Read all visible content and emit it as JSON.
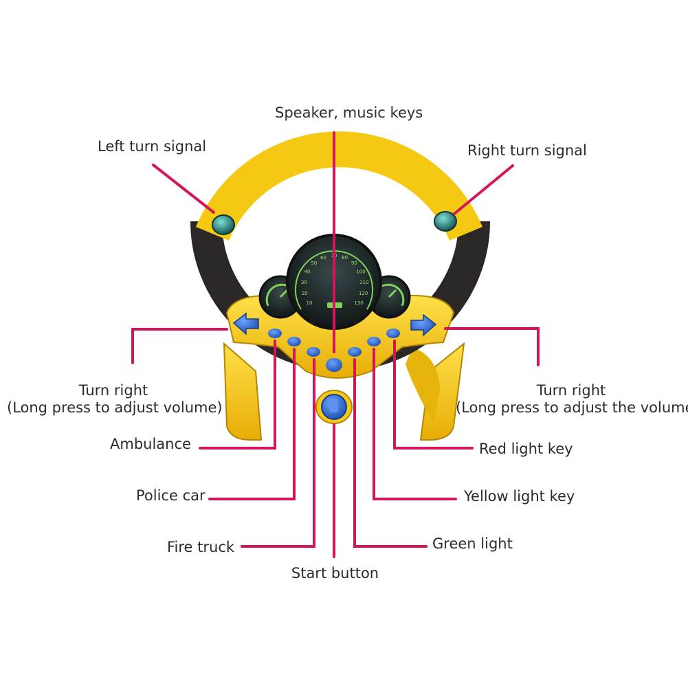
{
  "colors": {
    "leader_line": "#d4155b",
    "wheel_yellow": "#f5c814",
    "wheel_black": "#2b2727",
    "button_blue": "#2f6fd6",
    "dial_green": "#7fd35a",
    "signal_lamp": "#2aa3a0"
  },
  "labels": {
    "speaker_music_keys": "Speaker, music keys",
    "left_turn_signal": "Left turn signal",
    "right_turn_signal": "Right turn signal",
    "turn_right_left_line1": "Turn right",
    "turn_right_left_line2": "(Long press to adjust volume)",
    "turn_right_right_line1": "Turn right",
    "turn_right_right_line2": "(Long press to adjust the volume)",
    "ambulance": "Ambulance",
    "police_car": "Police car",
    "fire_truck": "Fire truck",
    "start_button": "Start button",
    "red_light_key": "Red light key",
    "yellow_light_key": "Yellow light key",
    "green_light": "Green light"
  },
  "speedometer_ticks": [
    "10",
    "20",
    "30",
    "40",
    "50",
    "60",
    "70",
    "80",
    "90",
    "100",
    "110",
    "120",
    "130"
  ]
}
